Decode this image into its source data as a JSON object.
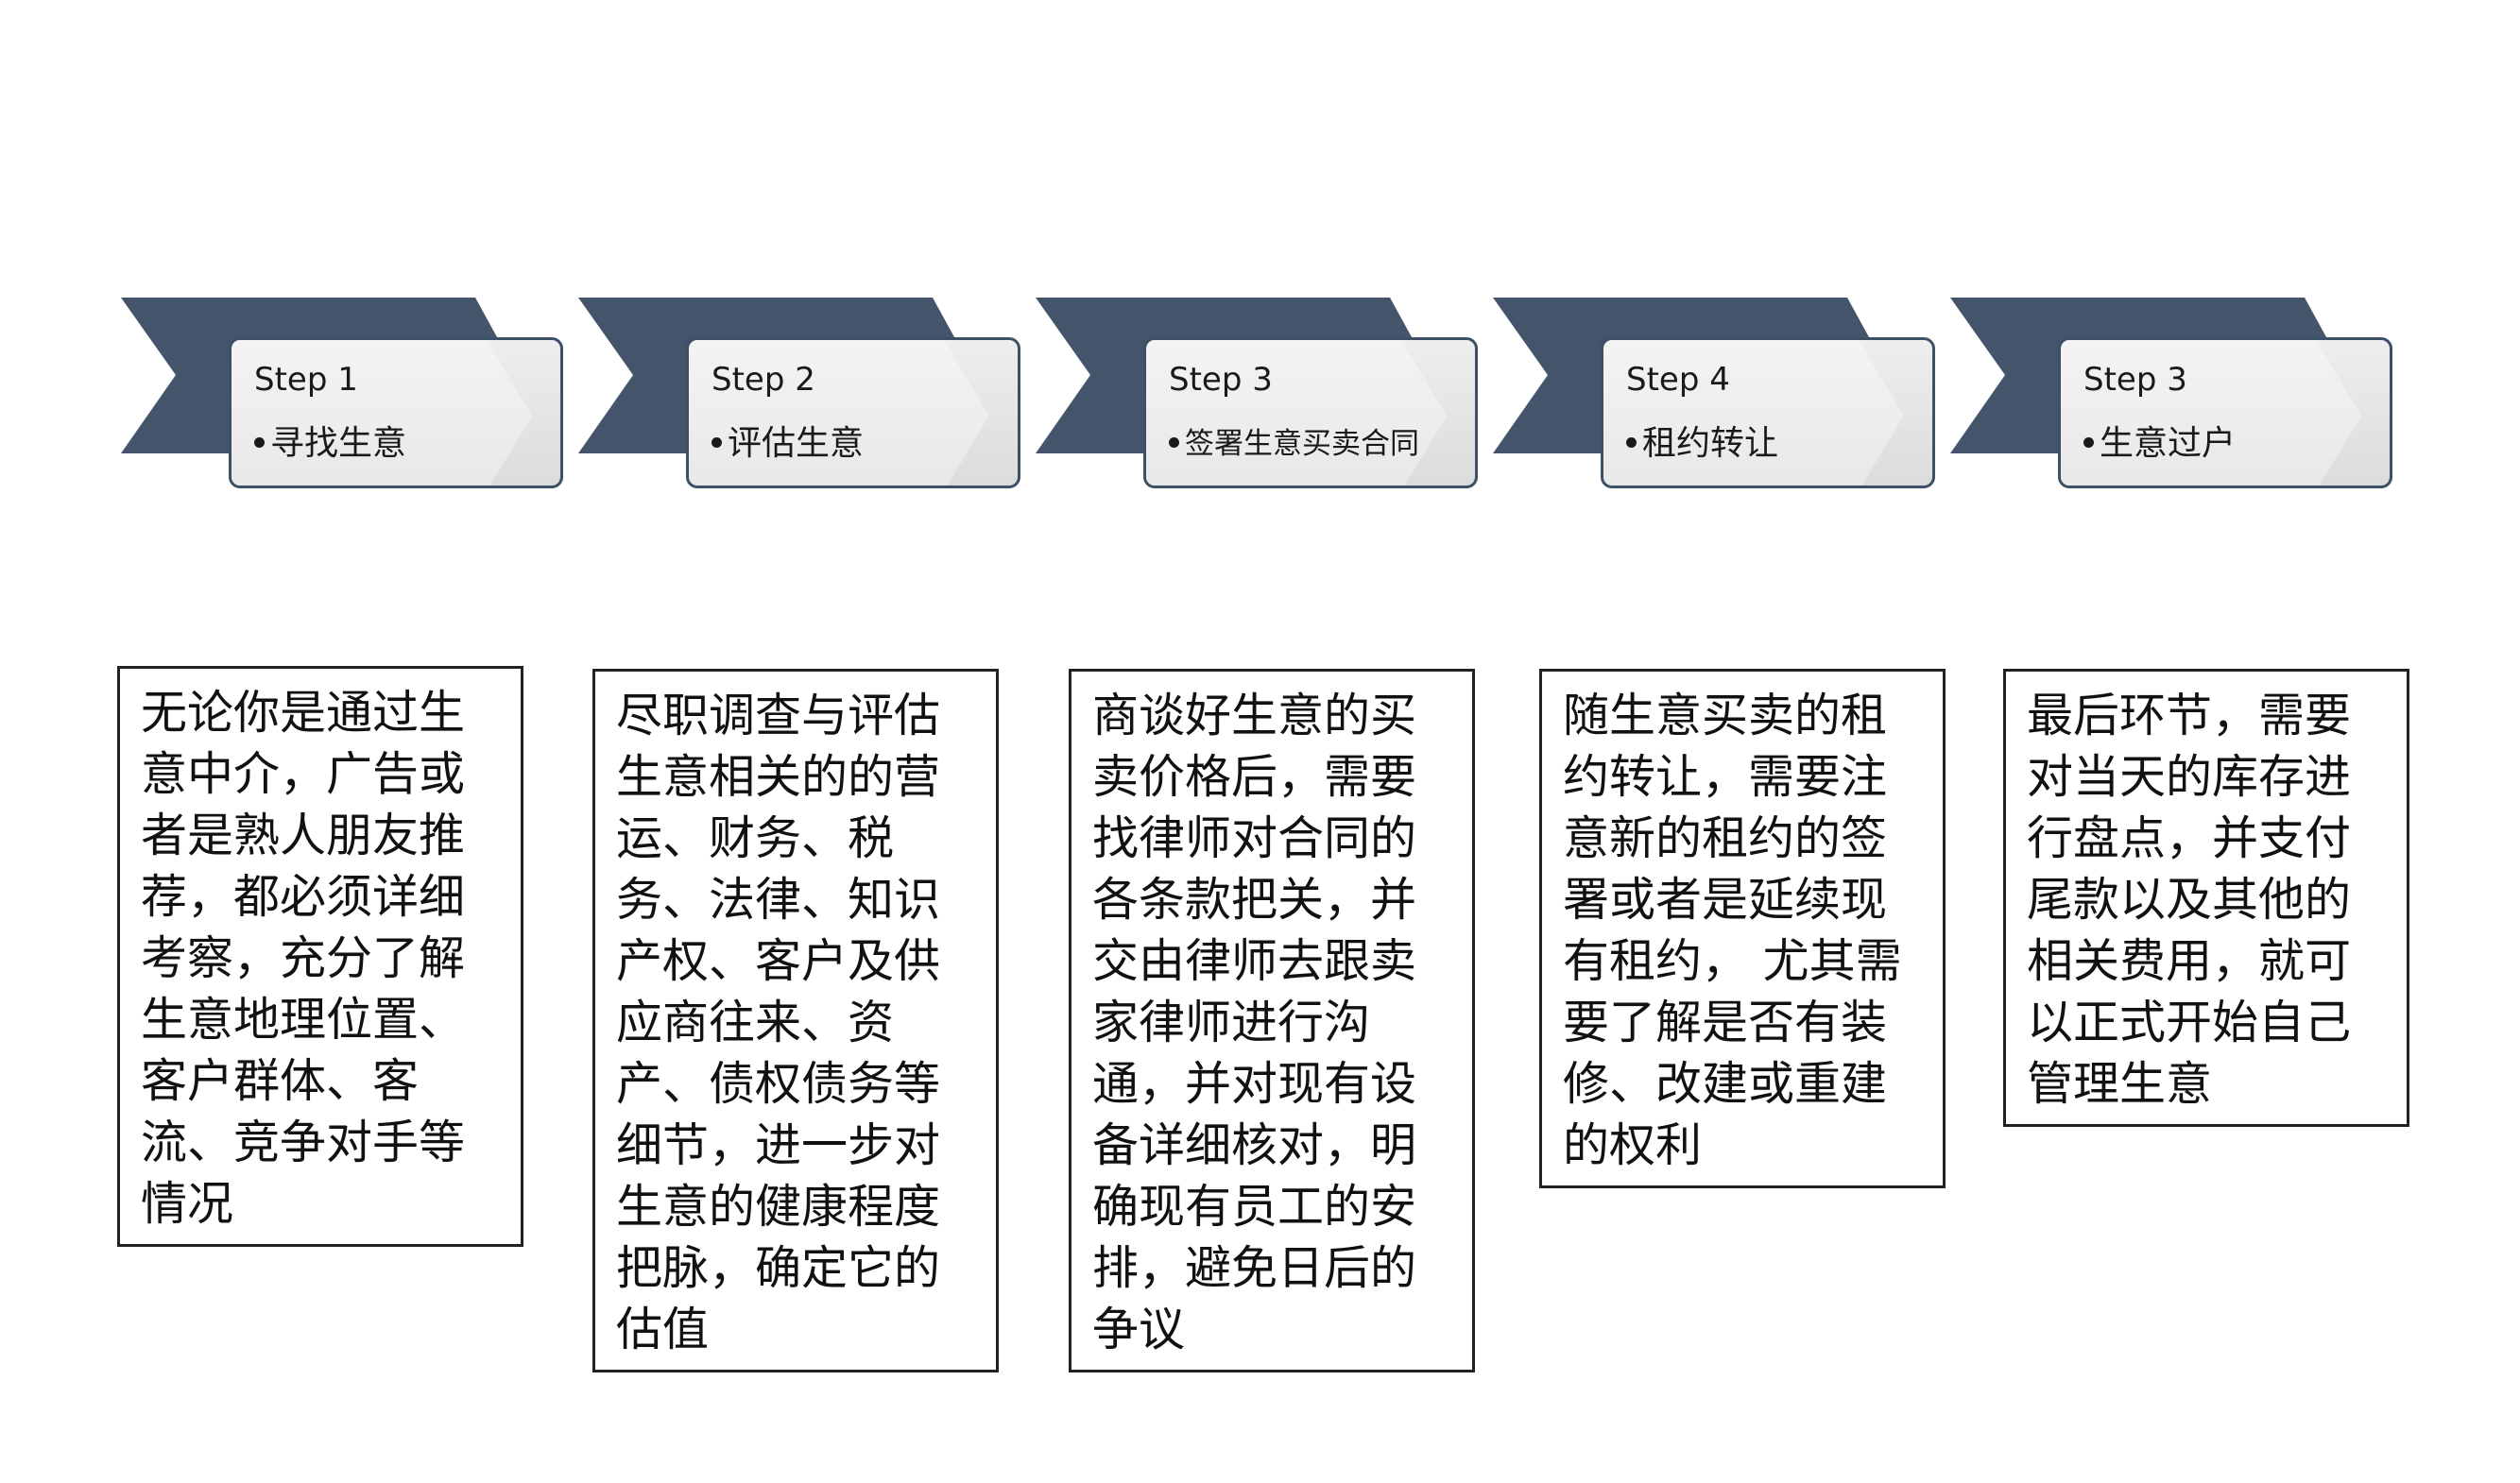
{
  "colors": {
    "chevron": "#44546a",
    "label_border": "#3d5066",
    "label_fill": "#e4e4e4",
    "detail_border": "#222222"
  },
  "steps": [
    {
      "title": "Step 1",
      "item": "寻找生意"
    },
    {
      "title": "Step 2",
      "item": "评估生意"
    },
    {
      "title": "Step 3",
      "item": "签署生意买卖合同"
    },
    {
      "title": "Step 4",
      "item": "租约转让"
    },
    {
      "title": "Step 3",
      "item": "生意过户"
    }
  ],
  "details": [
    "无论你是通过生意中介，广告或者是熟人朋友推荐，都必须详细考察，充分了解生意地理位置、客户群体、客流、竞争对手等情况",
    "尽职调查与评估生意相关的的营运、财务、税务、法律、知识产权、客户及供应商往来、资产、债权债务等细节，进一步对生意的健康程度把脉，确定它的估值",
    "商谈好生意的买卖价格后，需要找律师对合同的各条款把关，并交由律师去跟卖家律师进行沟通，并对现有设备详细核对，明确现有员工的安排，避免日后的争议",
    "随生意买卖的租约转让，需要注意新的租约的签署或者是延续现有租约， 尤其需要了解是否有装修、改建或重建的权利",
    "最后环节，需要对当天的库存进行盘点，并支付尾款以及其他的相关费用，就可以正式开始自己管理生意"
  ]
}
